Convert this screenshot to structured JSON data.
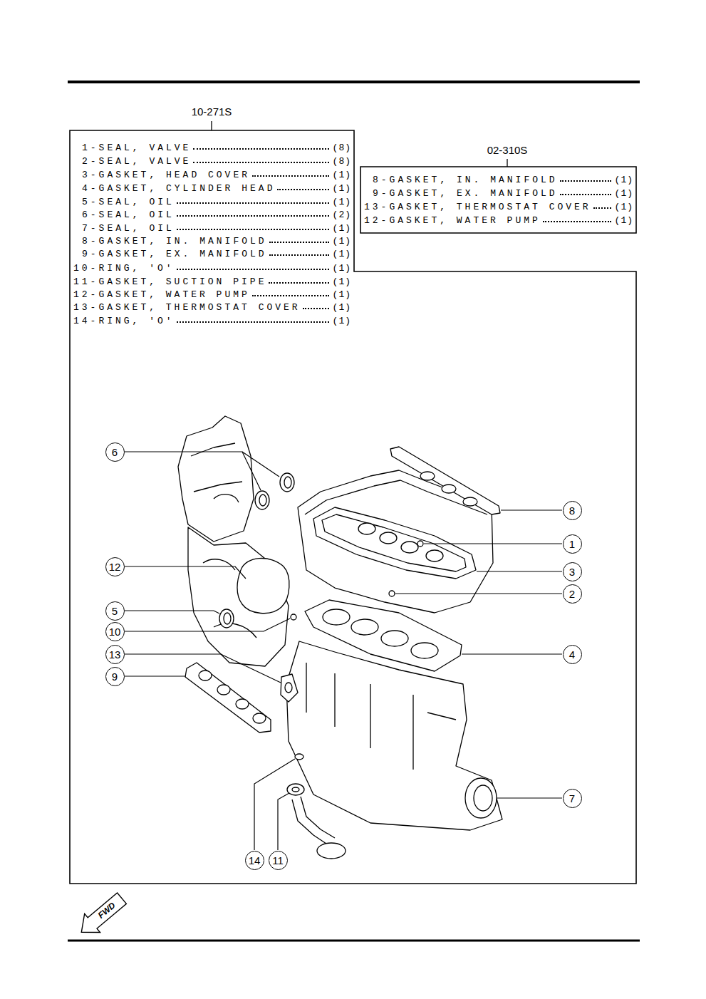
{
  "diagram": {
    "nodes": [
      {
        "text": [
          "10-271S",
          "1-SEAL, VALVE",
          "(8)",
          "2-SEAL, VALVE",
          "(8)",
          "3-GASKET, HEAD COVER",
          "(1)",
          "4-GASKET, CYLINDER HEAD",
          "(1)",
          "5-SEAL, OIL",
          "(1)",
          "6-SEAL, OIL",
          "(2)",
          "7-SEAL, OIL",
          "(1)",
          "8-GASKET, IN. MANIFOLD",
          "(1)",
          "9-GASKET, EX. MANIFOLD",
          "(1)",
          "10-RING, 'O'",
          "(1)",
          "11-GASKET, SUCTION PIPE",
          "(1)",
          "12-GASKET, WATER PUMP",
          "(1)",
          "13-GASKET, THERMOSTAT COVER",
          "(1)",
          "14-RING, 'O'",
          "(1)"
        ]
      },
      {
        "text": [
          "02-310S",
          "8-GASKET, IN. MANIFOLD",
          "(1)",
          "9-GASKET, EX. MANIFOLD",
          "(1)",
          "13-GASKET, THERMOSTAT COVER",
          "(1)",
          "12-GASKET, WATER PUMP",
          "(1)"
        ]
      },
      {
        "text": [
          "6"
        ],
        "in": 0
      },
      {
        "text": [
          "8"
        ],
        "in": 0
      },
      {
        "text": [
          "1"
        ],
        "in": 0
      },
      {
        "text": [
          "12"
        ],
        "in": 0
      },
      {
        "text": [
          "3"
        ],
        "in": 0
      },
      {
        "text": [
          "2"
        ],
        "in": 0
      },
      {
        "text": [
          "5"
        ],
        "in": 0
      },
      {
        "text": [
          "10"
        ],
        "in": 0
      },
      {
        "text": [
          "13"
        ],
        "in": 0
      },
      {
        "text": [
          "4"
        ],
        "in": 0
      },
      {
        "text": [
          "9"
        ],
        "in": 0
      },
      {
        "text": [
          "7"
        ],
        "in": 0
      },
      {
        "text": [
          "14"
        ],
        "in": 0
      },
      {
        "text": [
          "11"
        ],
        "in": 0
      }
    ],
    "labels": [
      "FWD"
    ]
  }
}
